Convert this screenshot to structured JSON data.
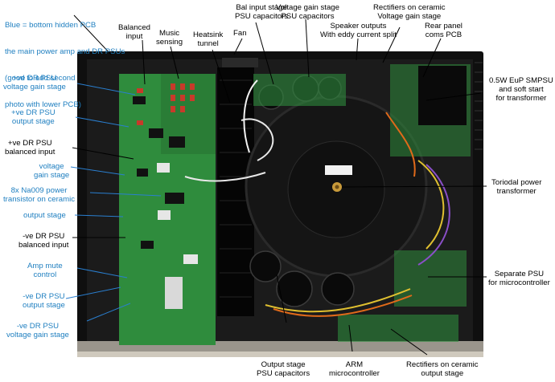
{
  "colors": {
    "blue_label": "#1f7fc0",
    "black_label": "#000000",
    "pointer_line": "#000000",
    "blue_pointer": "#2a7fd0",
    "pcb_green": "#2a8a3a",
    "toroid": "#1a1a1a",
    "chassis": "#111111"
  },
  "note": {
    "line1": "Blue = bottom hidden PCB",
    "line2": "the main power amp and DR PSUs",
    "line3": "(good to add second",
    "line4": "photo with lower PCB)"
  },
  "top_labels": {
    "balanced_input": "Balanced\ninput",
    "music_sensing": "Music\nsensing",
    "heatsink_tunnel": "Heatsink\ntunnel",
    "fan": "Fan",
    "bal_input_psu": "Bal input stage\nPSU capacitors",
    "vgain_psu": "Voltage gain stage\nPSU capacitors",
    "speaker_outputs": "Speaker outputs\nWith eddy current split",
    "rectifiers_vgain": "Rectifiers on ceramic\nVoltage gain stage",
    "rear_panel": "Rear panel\ncoms PCB"
  },
  "left_labels": {
    "pos_dr_vgain": "+ve DR PSU\nvoltage gain stage",
    "pos_dr_output": "+ve DR PSU\noutput stage",
    "pos_dr_balanced": "+ve DR PSU\nbalanced input",
    "voltage_gain_stage": "voltage\ngain stage",
    "na009": "8x Na009 power\ntransistor on ceramic",
    "output_stage": "output stage",
    "neg_dr_balanced": "-ve DR PSU\nbalanced input",
    "amp_mute": "Amp mute\ncontrol",
    "neg_dr_output": "-ve DR PSU\noutput stage",
    "neg_dr_vgain": "-ve DR PSU\nvoltage gain stage"
  },
  "right_labels": {
    "smpsu": "0.5W EuP SMPSU\nand soft start\nfor transformer",
    "toroidal": "Toriodal power\ntransformer",
    "separate_psu": "Separate PSU\nfor microcontroller"
  },
  "bottom_labels": {
    "output_psu": "Output stage\nPSU capacitors",
    "arm": "ARM\nmicrocontroller",
    "rectifiers_output": "Rectifiers on ceramic\noutput stage"
  }
}
